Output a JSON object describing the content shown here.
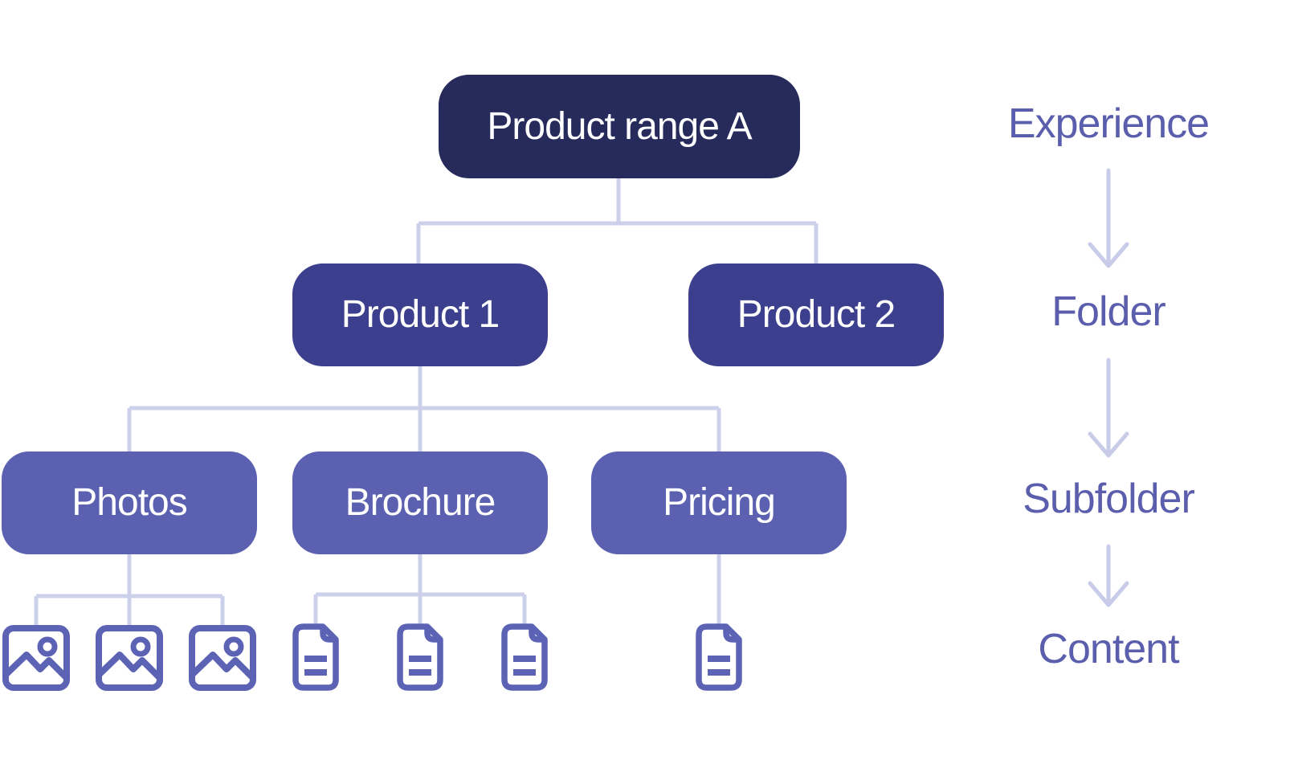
{
  "diagram": {
    "tree": {
      "root": {
        "label": "Product range A"
      },
      "folders": [
        {
          "label": "Product 1"
        },
        {
          "label": "Product 2"
        }
      ],
      "subfolders": [
        {
          "label": "Photos",
          "parent": "Product 1",
          "content_icons": [
            "image-icon",
            "image-icon",
            "image-icon"
          ]
        },
        {
          "label": "Brochure",
          "parent": "Product 1",
          "content_icons": [
            "document-icon",
            "document-icon",
            "document-icon"
          ]
        },
        {
          "label": "Pricing",
          "parent": "Product 1",
          "content_icons": [
            "document-icon"
          ]
        }
      ]
    },
    "legend": {
      "items": [
        "Experience",
        "Folder",
        "Subfolder",
        "Content"
      ]
    },
    "colors": {
      "root_box": "#262B5C",
      "folder_box": "#3B3F8D",
      "subfolder_box": "#5B60B1",
      "icon_stroke": "#5C63B5",
      "connector_line": "#CDD0EB",
      "legend_arrow": "#C9CCE9",
      "legend_text": "#5A5EAD",
      "box_text": "#FFFFFF",
      "background": "#FFFFFF"
    }
  }
}
